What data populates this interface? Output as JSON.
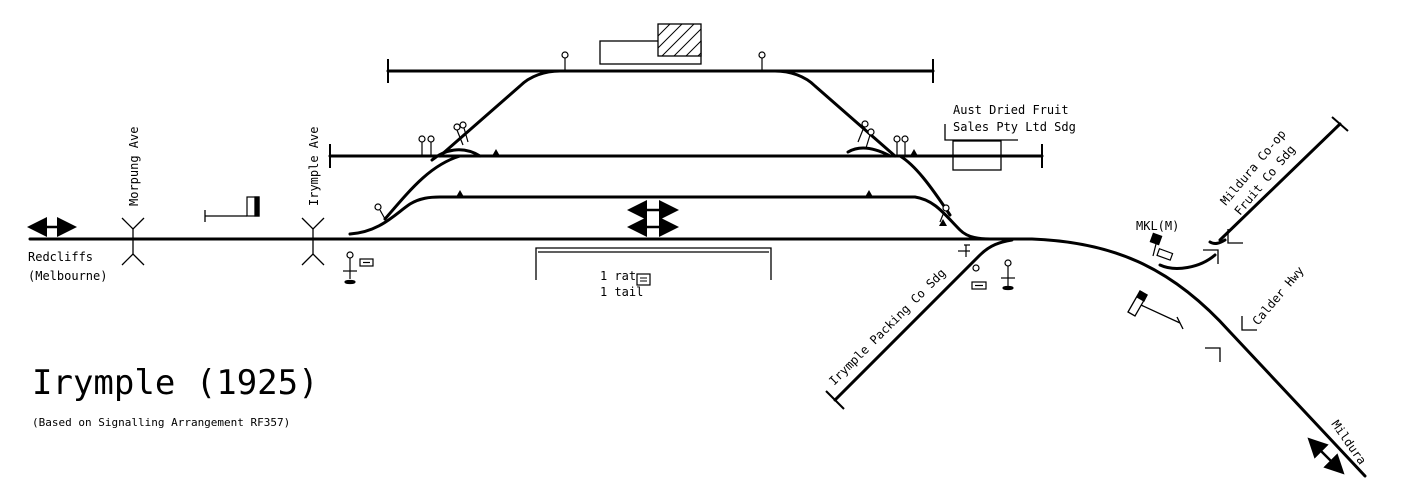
{
  "title": "Irymple (1925)",
  "subtitle": "(Based on Signalling Arrangement RF357)",
  "directions": {
    "west_line1": "Redcliffs",
    "west_line2": "(Melbourne)",
    "east": "Mildura"
  },
  "roads": {
    "morpung": "Morpung Ave",
    "irymple": "Irymple Ave",
    "calder": "Calder Hwy"
  },
  "sidings": {
    "aust_line1": "Aust Dried Fruit",
    "aust_line2": "Sales Pty Ltd Sdg",
    "irymple_packing": "Irymple Packing Co Sdg",
    "coop_line1": "Mildura Co-op",
    "coop_line2": "Fruit Co Sdg"
  },
  "platform": {
    "line1": "1 rat",
    "line2": "1 tail"
  },
  "ground_frame": "MKL(M)"
}
